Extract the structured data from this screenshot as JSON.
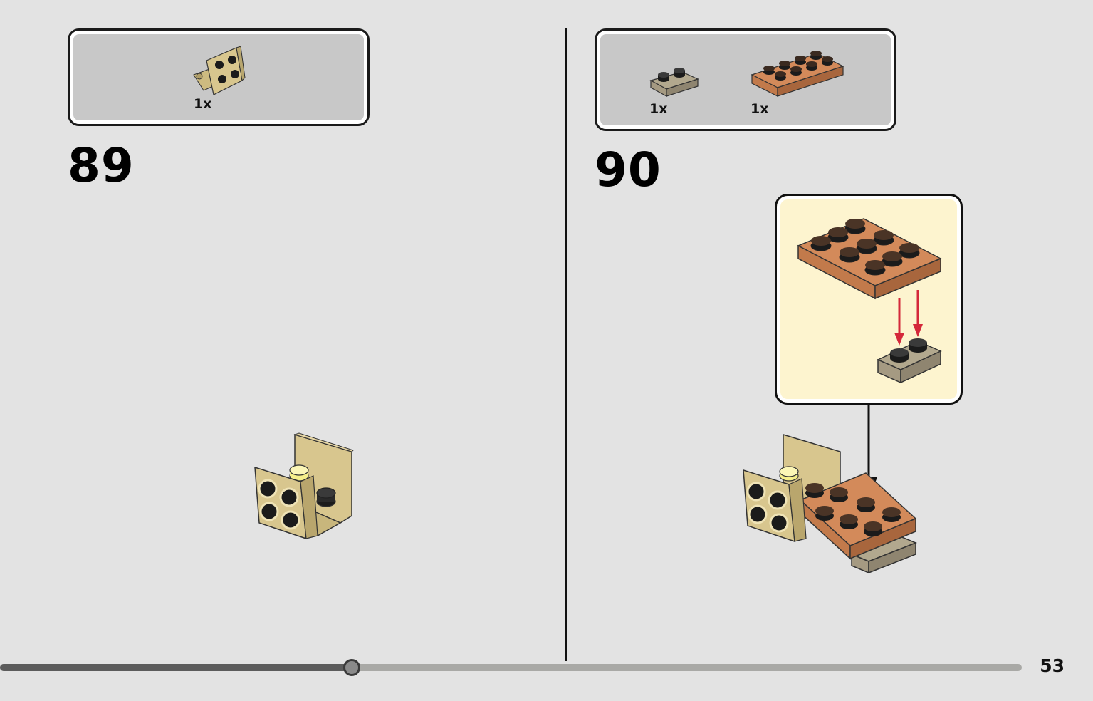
{
  "step89": {
    "number": "89",
    "parts": [
      {
        "name": "tan-bracket-1x2-2x2",
        "qty": "1x",
        "color": "#d8c68e"
      }
    ]
  },
  "step90": {
    "number": "90",
    "parts": [
      {
        "name": "dark-tan-plate-1x2",
        "qty": "1x",
        "color": "#a59a82"
      },
      {
        "name": "medium-nougat-plate-2x4",
        "qty": "1x",
        "color": "#c27a4b"
      }
    ]
  },
  "colors": {
    "tan": "#d8c68e",
    "dark_tan": "#a59a82",
    "medium_nougat": "#c27a4b",
    "bright_yellow": "#f6ef8a",
    "arrow_red": "#d4283a",
    "callout_bg": "#fdf4cf"
  },
  "navigation": {
    "progress": 0.344,
    "page_number": "53"
  }
}
